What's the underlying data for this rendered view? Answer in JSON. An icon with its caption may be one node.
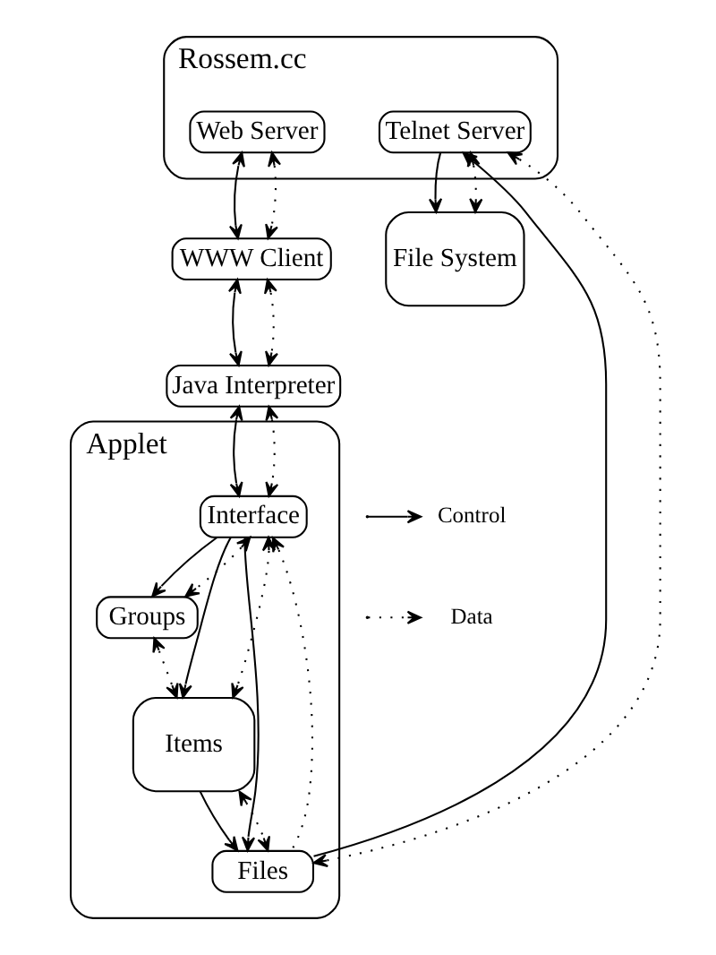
{
  "diagram": {
    "nodes": [
      {
        "text": [
          "Rossem.cc"
        ]
      },
      {
        "text": [
          "Web Server"
        ],
        "in": 0
      },
      {
        "text": [
          "Telnet Server"
        ],
        "in": 0
      },
      {
        "text": [
          "File System"
        ]
      },
      {
        "text": [
          "WWW Client"
        ]
      },
      {
        "text": [
          "Java Interpreter"
        ]
      },
      {
        "text": [
          "Applet"
        ]
      },
      {
        "text": [
          "Interface"
        ],
        "in": 6
      },
      {
        "text": [
          "Groups"
        ],
        "in": 6
      },
      {
        "text": [
          "Items"
        ],
        "in": 6
      },
      {
        "text": [
          "Files"
        ],
        "in": 6
      }
    ],
    "edges": [
      {
        "from": 1,
        "to": 4,
        "arrow": "both"
      },
      {
        "from": 1,
        "to": 4,
        "arrow": "both",
        "style": "dashed"
      },
      {
        "from": 4,
        "to": 5,
        "arrow": "both"
      },
      {
        "from": 4,
        "to": 5,
        "arrow": "both",
        "style": "dashed"
      },
      {
        "from": 5,
        "to": 7,
        "arrow": "both"
      },
      {
        "from": 5,
        "to": 7,
        "arrow": "both",
        "style": "dashed"
      },
      {
        "from": 2,
        "to": 3,
        "arrow": "to"
      },
      {
        "from": 2,
        "to": 3,
        "arrow": "both",
        "style": "dashed"
      },
      {
        "from": 10,
        "to": 2,
        "arrow": "to"
      },
      {
        "from": 10,
        "to": 2,
        "arrow": "both",
        "style": "dashed"
      },
      {
        "from": 7,
        "to": 8,
        "arrow": "to"
      },
      {
        "from": 7,
        "to": 8,
        "arrow": "both",
        "style": "dashed"
      },
      {
        "from": 7,
        "to": 10,
        "arrow": "to"
      },
      {
        "from": 10,
        "to": 7,
        "arrow": "to",
        "style": "dashed"
      },
      {
        "from": 7,
        "to": 9,
        "arrow": "to"
      },
      {
        "from": 7,
        "to": 9,
        "arrow": "both",
        "style": "dashed"
      },
      {
        "from": 8,
        "to": 9,
        "arrow": "both",
        "style": "dashed"
      },
      {
        "from": 9,
        "to": 10,
        "arrow": "to"
      },
      {
        "from": 9,
        "to": 10,
        "arrow": "both",
        "style": "dashed"
      }
    ],
    "legend": [
      {
        "text": "Control"
      },
      {
        "text": "Data"
      }
    ]
  }
}
